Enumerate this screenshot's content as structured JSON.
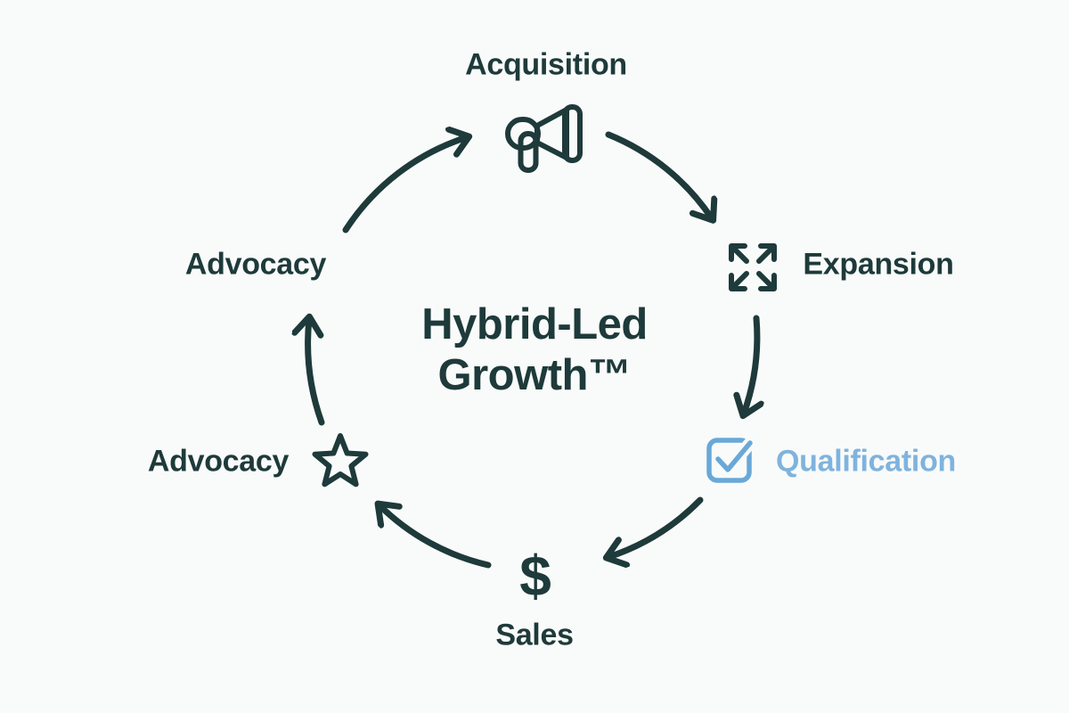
{
  "diagram": {
    "center_title_line1": "Hybrid-Led",
    "center_title_line2": "Growth™",
    "stages": [
      {
        "label": "Acquisition",
        "icon": "megaphone-icon",
        "highlighted": false
      },
      {
        "label": "Expansion",
        "icon": "expand-arrows-icon",
        "highlighted": false
      },
      {
        "label": "Qualification",
        "icon": "checkbox-icon",
        "highlighted": true
      },
      {
        "label": "Sales",
        "icon": "dollar-icon",
        "icon_glyph": "$",
        "highlighted": false
      },
      {
        "label": "Advocacy",
        "icon": "star-icon",
        "highlighted": false
      },
      {
        "label": "Advocacy",
        "icon": "none",
        "highlighted": false
      }
    ],
    "colors": {
      "ink": "#1e3a3a",
      "background": "#f9fbfa",
      "highlight-text": "#7fb3de",
      "highlight-icon": "#69a8d7"
    }
  }
}
